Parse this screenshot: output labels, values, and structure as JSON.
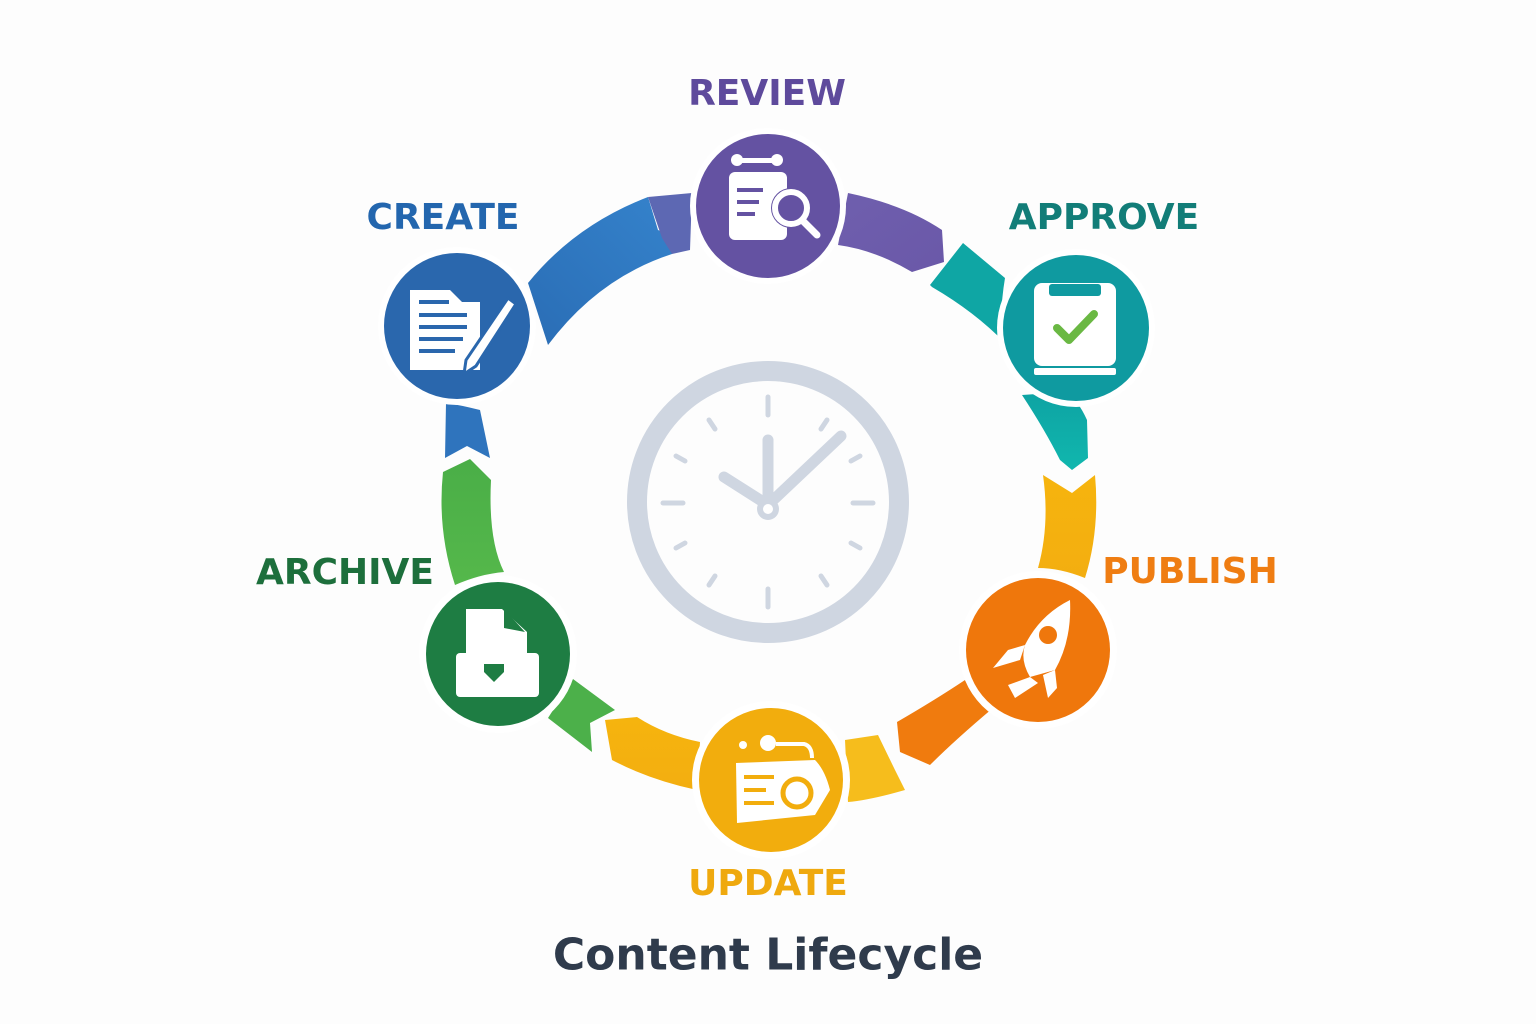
{
  "diagram": {
    "title": "Content Lifecycle",
    "center_icon": "clock-icon",
    "stages": [
      {
        "id": "review",
        "label": "REVIEW",
        "icon": "document-search-icon",
        "color": "#6a55a4",
        "text_color": "#5e4a9c"
      },
      {
        "id": "approve",
        "label": "APPROVE",
        "icon": "clipboard-check-icon",
        "color": "#0f9ba0",
        "text_color": "#127d78"
      },
      {
        "id": "publish",
        "label": "PUBLISH",
        "icon": "rocket-icon",
        "color": "#f07b0e",
        "text_color": "#ef7d12"
      },
      {
        "id": "update",
        "label": "UPDATE",
        "icon": "document-refresh-icon",
        "color": "#f4b10c",
        "text_color": "#efa90e"
      },
      {
        "id": "archive",
        "label": "ARCHIVE",
        "icon": "archive-box-icon",
        "color": "#1e7d43",
        "text_color": "#1d6f3c"
      },
      {
        "id": "create",
        "label": "CREATE",
        "icon": "document-edit-icon",
        "color": "#2a6db5",
        "text_color": "#2366ae"
      }
    ],
    "flow": [
      "CREATE",
      "REVIEW",
      "APPROVE",
      "PUBLISH",
      "UPDATE",
      "ARCHIVE",
      "CREATE"
    ],
    "arrow_colors": {
      "create_to_review": "#2f7cc6",
      "review_to_approve": "#6e5fad",
      "approve_to_publish": "#0fb0a8",
      "publish_to_update": "#f5b40f",
      "publish_segment": "#f07b0e",
      "update_to_archive": "#f4b10c",
      "archive_to_create": "#4cb04a"
    },
    "clock": {
      "color": "#cfd6e1",
      "hour_hand": "10",
      "minute_hand": "8"
    }
  }
}
